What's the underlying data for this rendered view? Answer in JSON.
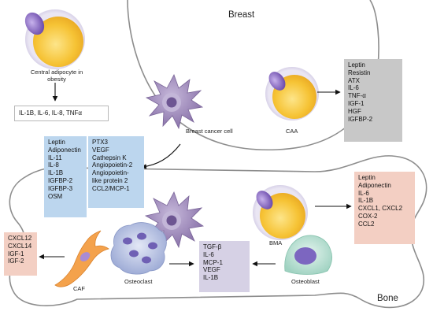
{
  "regions": {
    "breast": "Breast",
    "bone": "Bone"
  },
  "cells": {
    "central_adipocyte": "Central adipocyte in obesity",
    "breast_cancer_cell": "Breast cancer cell",
    "caa": "CAA",
    "bma": "BMA",
    "caf": "CAF",
    "osteoclast": "Osteoclast",
    "osteoblast": "Osteoblast"
  },
  "boxes": {
    "obesity_factors": "IL-1B, IL-6, IL-8, TNFα",
    "caa_factors": [
      "Leptin",
      "Resistin",
      "ATX",
      "IL-6",
      "TNF-α",
      "IGF-1",
      "HGF",
      "IGFBP-2"
    ],
    "cancer_factors_a": [
      "Leptin",
      "Adiponectin",
      "IL-11",
      "IL-8",
      "IL-1B",
      "IGFBP-2",
      "IGFBP-3",
      "OSM"
    ],
    "cancer_factors_b": [
      "PTX3",
      "VEGF",
      "Cathepsin K",
      "Angiopoietin-2",
      "Angiopoietin-",
      "like protein 2",
      "CCL2/MCP-1"
    ],
    "bma_factors": [
      "Leptin",
      "Adiponectin",
      "IL-6",
      "IL-1B",
      "CXCL1, CXCL2",
      "COX-2",
      "CCL2"
    ],
    "caf_factors": [
      "CXCL12",
      "CXCL14",
      "IGF-1",
      "IGF-2"
    ],
    "bone_factors": [
      "TGF-β",
      "IL-6",
      "MCP-1",
      "VEGF",
      "IL-1B"
    ]
  },
  "colors": {
    "gray_box": "#c8c8c8",
    "blue_box": "#bcd6ee",
    "salmon_box": "#f3cfc3",
    "lavender_box": "#d6d1e5",
    "adipocyte_fill": "#f6c335",
    "nucleus": "#8f6fc4",
    "cancer_cell": "#9b86b8",
    "caf": "#f2a04a",
    "osteoclast": "#c2cbe6",
    "osteoblast": "#bfe3d7"
  }
}
